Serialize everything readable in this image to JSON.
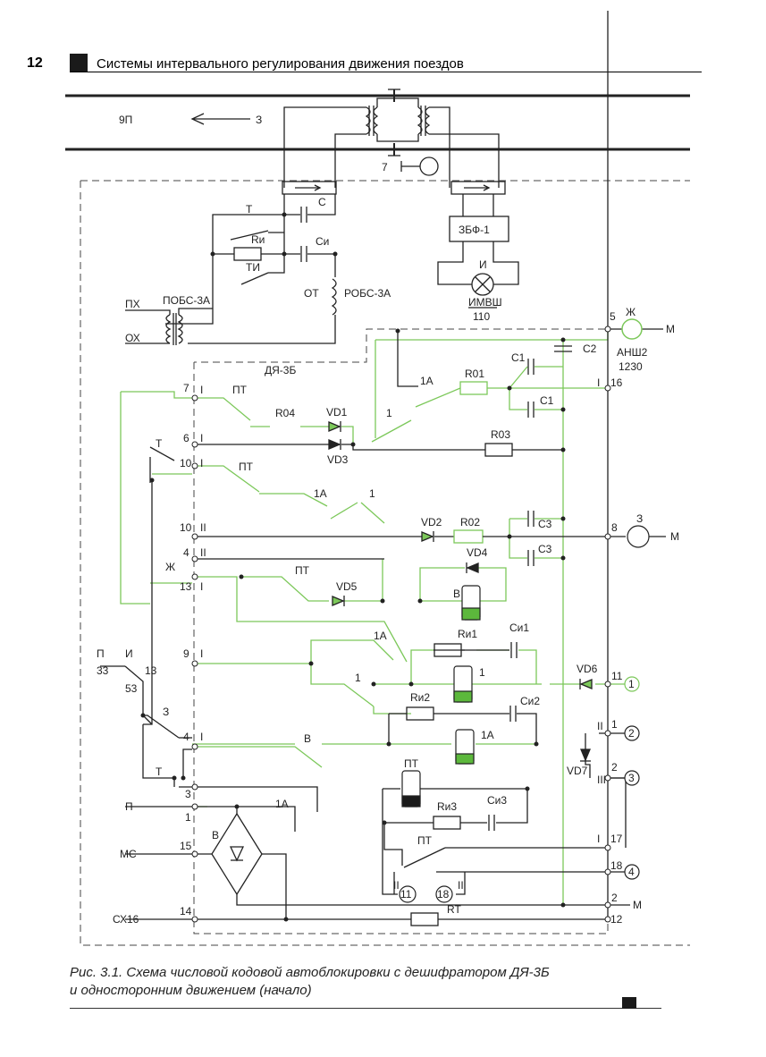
{
  "header": {
    "page_number": "12",
    "title": "Системы интервального регулирования движения поездов"
  },
  "caption": {
    "line1": "Рис. 3.1. Схема числовой кодовой автоблокировки с дешифратором ДЯ-3Б",
    "line2": "и односторонним движением (начало)"
  },
  "colors": {
    "accent": "#7cc85a",
    "line": "#222222",
    "relay_fill": "#5cb83c"
  },
  "diagram": {
    "track": {
      "left_label": "9П",
      "arrow_label": "З",
      "signal_label": "7"
    },
    "devices": {
      "pobs": "ПОБС-3А",
      "robs": "РОБС-3А",
      "ot": "ОТ",
      "zbf": "ЗБФ-1",
      "imvsh_top": "И",
      "imvsh": "ИМВШ",
      "imvsh_num": "110",
      "ansh_top": "Ж",
      "ansh": "АНШ2",
      "ansh_num": "1230",
      "m_label": "М",
      "z_top": "З",
      "dya": "ДЯ-3Б",
      "b_bridge": "В"
    },
    "inputs": {
      "px": "ПХ",
      "ox": "ОХ",
      "p": "П",
      "ms": "МС",
      "sx16": "СХ16"
    },
    "top_elems": {
      "t": "Т",
      "c": "С",
      "ru": "Rи",
      "cu": "Си",
      "ti": "ТИ"
    },
    "components": {
      "r01": "R01",
      "r02": "R02",
      "r03": "R03",
      "r04": "R04",
      "ru1": "Rи1",
      "ru2": "Rи2",
      "ru3": "Rи3",
      "rt": "RT",
      "c1": "С1",
      "c2": "С2",
      "c3": "С3",
      "cu1": "Си1",
      "cu2": "Си2",
      "cu3": "Си3",
      "vd1": "VD1",
      "vd2": "VD2",
      "vd3": "VD3",
      "vd4": "VD4",
      "vd5": "VD5",
      "vd6": "VD6",
      "vd7": "VD7"
    },
    "contacts": {
      "pt": "ПТ",
      "t": "Т",
      "zh": "Ж",
      "one_a": "1А",
      "one": "1",
      "z": "З",
      "b": "В",
      "p": "П",
      "i": "И",
      "n33": "33",
      "n53": "53",
      "n13": "13",
      "i_mark": "I",
      "ii_mark": "II",
      "iii_mark": "III"
    },
    "relays": {
      "b": "В",
      "one": "1",
      "one_a": "1А",
      "pt": "ПТ"
    },
    "left_terminals": [
      "7",
      "6",
      "10",
      "10",
      "4",
      "13",
      "9",
      "4",
      "3",
      "1",
      "15",
      "14"
    ],
    "right_terminals": [
      "5",
      "16",
      "8",
      "11",
      "1",
      "2",
      "17",
      "18",
      "2",
      "12"
    ],
    "circles": [
      "1",
      "2",
      "3",
      "4",
      "11",
      "18"
    ]
  }
}
